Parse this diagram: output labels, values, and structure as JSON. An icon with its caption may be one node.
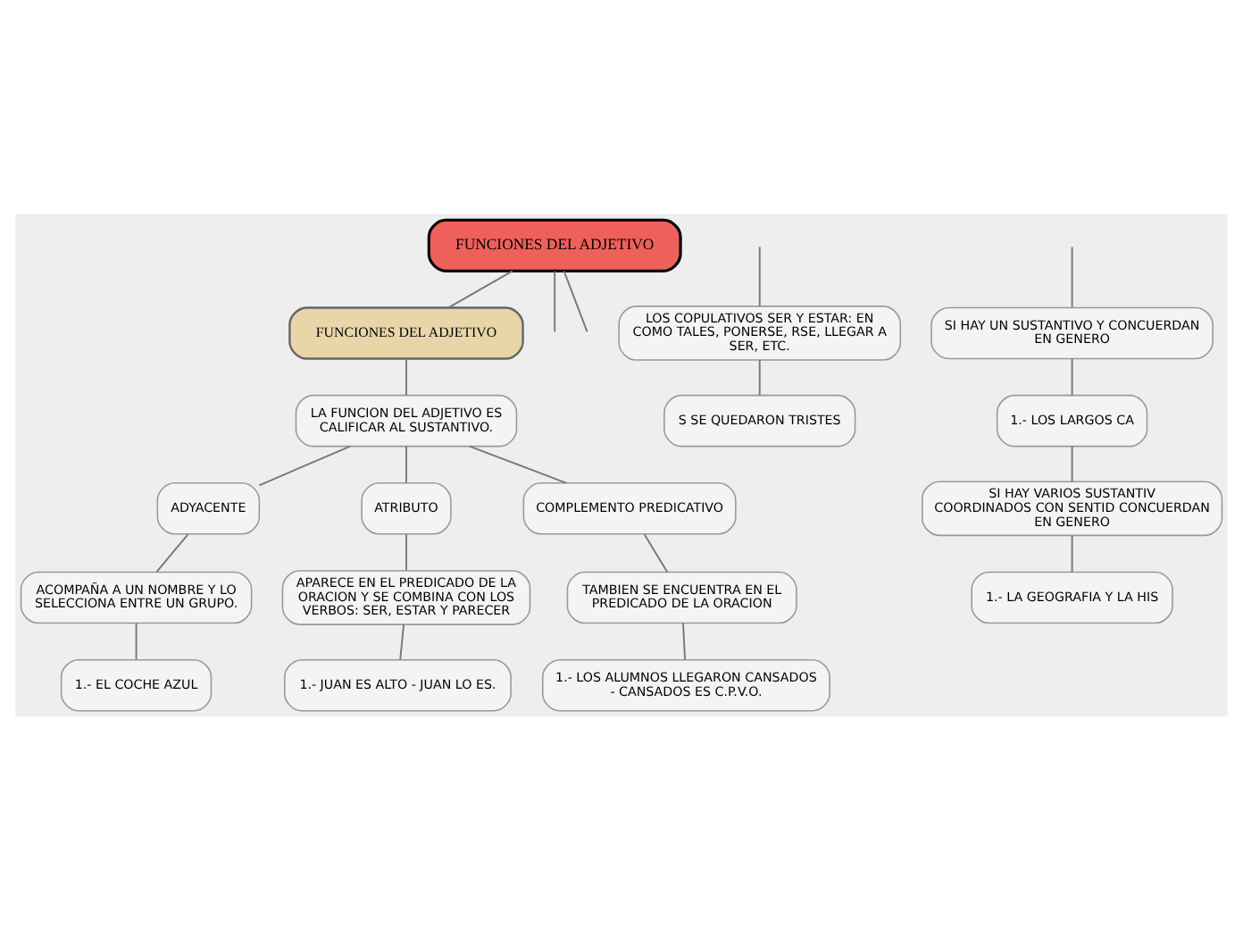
{
  "diagram": {
    "nodes": [
      {
        "text": [
          "FUNCIONES DEL ADJETIVO"
        ]
      },
      {
        "text": [
          "FUNCIONES DEL ADJETIVO"
        ]
      },
      {
        "text": [
          "LA FUNCION DEL ADJETIVO ES CALIFICAR AL SUSTANTIVO."
        ]
      },
      {
        "text": [
          "ADYACENTE"
        ]
      },
      {
        "text": [
          "ATRIBUTO"
        ]
      },
      {
        "text": [
          "COMPLEMENTO PREDICATIVO"
        ]
      },
      {
        "text": [
          "ACOMPAÑA A UN NOMBRE Y LO SELECCIONA ENTRE UN GRUPO."
        ]
      },
      {
        "text": [
          "1.- EL COCHE AZUL"
        ]
      },
      {
        "text": [
          "APARECE EN EL PREDICADO DE LA ORACION Y SE COMBINA CON LOS VERBOS: SER, ESTAR Y PARECER"
        ]
      },
      {
        "text": [
          "1.- JUAN ES ALTO - JUAN LO ES."
        ]
      },
      {
        "text": [
          "TAMBIEN SE ENCUENTRA EN EL PREDICADO DE LA ORACION"
        ]
      },
      {
        "text": [
          "1.- LOS ALUMNOS LLEGARON CANSADOS - CANSADOS ES C.P.V.O."
        ]
      },
      {
        "text": [
          "LOS COPULATIVOS SER Y ESTAR: EN COMO TALES, PONERSE, RSE, LLEGAR A SER, ETC."
        ]
      },
      {
        "text": [
          "S SE QUEDARON TRISTES"
        ]
      },
      {
        "text": [
          "SI HAY UN SUSTANTIVO Y CONCUERDAN EN GENERO"
        ]
      },
      {
        "text": [
          "1.- LOS LARGOS CA"
        ]
      },
      {
        "text": [
          "SI HAY VARIOS SUSTANTIV COORDINADOS CON SENTID CONCUERDAN EN GENERO"
        ]
      },
      {
        "text": [
          "1.- LA GEOGRAFIA Y LA HIS"
        ]
      }
    ],
    "edges": [
      {
        "from": 0,
        "to": null,
        "arrow": "none"
      },
      {
        "from": 0,
        "to": null,
        "arrow": "none"
      },
      {
        "from": 0,
        "to": 1,
        "arrow": "none"
      },
      {
        "from": 1,
        "to": 2,
        "arrow": "none"
      },
      {
        "from": 2,
        "to": 3,
        "arrow": "none"
      },
      {
        "from": 2,
        "to": 4,
        "arrow": "none"
      },
      {
        "from": 2,
        "to": 5,
        "arrow": "none"
      },
      {
        "from": 3,
        "to": 6,
        "arrow": "none"
      },
      {
        "from": 6,
        "to": 7,
        "arrow": "none"
      },
      {
        "from": 4,
        "to": 8,
        "arrow": "none"
      },
      {
        "from": 8,
        "to": 9,
        "arrow": "none"
      },
      {
        "from": 5,
        "to": 10,
        "arrow": "none"
      },
      {
        "from": 10,
        "to": 11,
        "arrow": "none"
      },
      {
        "from": null,
        "to": 12,
        "arrow": "none"
      },
      {
        "from": 12,
        "to": 13,
        "arrow": "none"
      },
      {
        "from": null,
        "to": 14,
        "arrow": "none"
      },
      {
        "from": 14,
        "to": 15,
        "arrow": "none"
      },
      {
        "from": 15,
        "to": 16,
        "arrow": "none"
      },
      {
        "from": 16,
        "to": 17,
        "arrow": "none"
      }
    ]
  }
}
